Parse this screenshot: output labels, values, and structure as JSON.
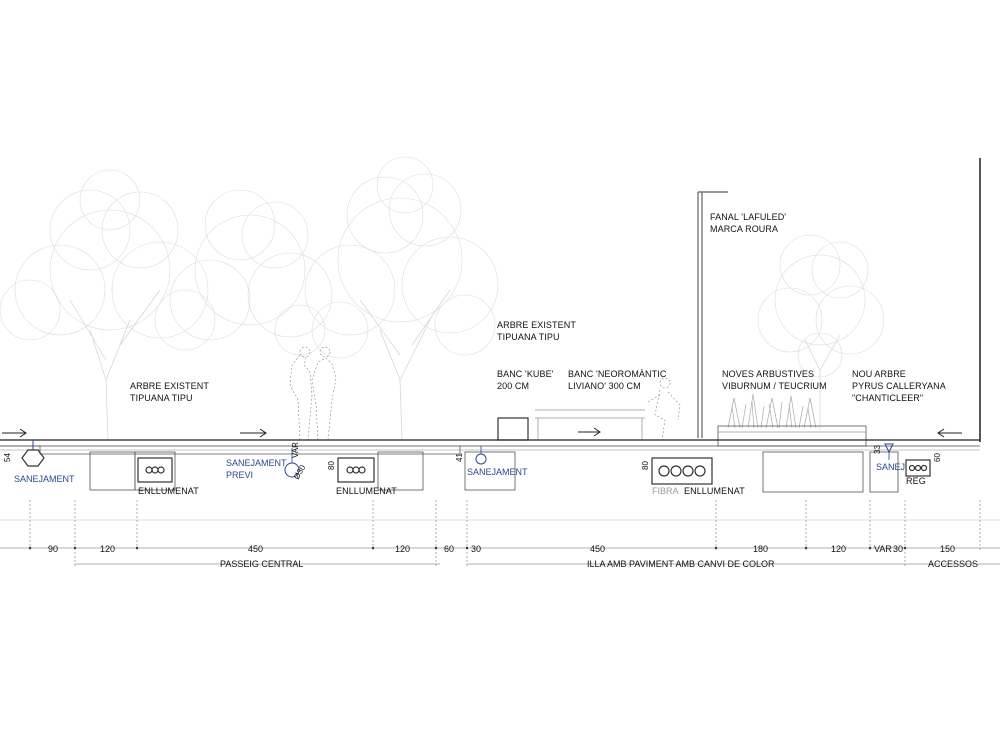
{
  "labels": {
    "tree_existing_left": [
      "ARBRE EXISTENT",
      "TIPUANA TIPU"
    ],
    "tree_existing_right": [
      "ARBRE EXISTENT",
      "TIPUANA TIPU"
    ],
    "fanal": [
      "FANAL 'LAFULED'",
      "MARCA ROURA"
    ],
    "banc_kube": [
      "BANC 'KUBE'",
      "200 CM"
    ],
    "banc_neo": [
      "BANC 'NEOROMÀNTIC",
      "LIVIANO' 300 CM"
    ],
    "shrubs": [
      "NOVES ARBUSTIVES",
      "VIBURNUM / TEUCRIUM"
    ],
    "new_tree": [
      "NOU ARBRE",
      "PYRUS CALLERYANA",
      "\"CHANTICLEER\""
    ]
  },
  "services": {
    "sanejament": "SANEJAMENT",
    "sanejament_previ": [
      "SANEJAMENT",
      "PREVI"
    ],
    "var": "VAR",
    "diam": "Ø30",
    "enllumenat": "ENLLUMENAT",
    "fibra": "FIBRA",
    "sanej": "SANEJ.",
    "reg": "REG"
  },
  "depths": {
    "d54": "54",
    "d80": "80",
    "d41": "41",
    "d33": "33",
    "d60": "60"
  },
  "dimensions": {
    "segments": [
      "90",
      "120",
      "450",
      "120",
      "60",
      "30",
      "450",
      "180",
      "120",
      "VAR",
      "30",
      "150"
    ],
    "zones": [
      "PASSEIG CENTRAL",
      "ILLA AMB PAVIMENT AMB CANVI DE COLOR",
      "ACCESSOS"
    ]
  },
  "colors": {
    "services": "#2a4a8c",
    "trees": "#d2d2d2",
    "lines": "#333333"
  }
}
